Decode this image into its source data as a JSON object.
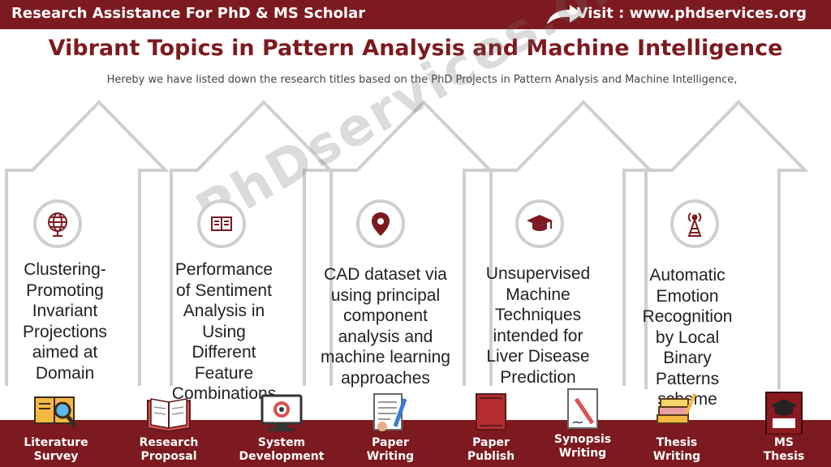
{
  "header": {
    "brand": "Research Assistance For PhD & MS Scholar",
    "visit": "Visit : www.phdservices.org",
    "bar_color": "#7d1a1f"
  },
  "title": "Vibrant Topics in Pattern Analysis and Machine Intelligence",
  "subtitle": "Hereby we have listed down the research titles based on the PhD Projects in Pattern Analysis and Machine Intelligence,",
  "watermark": "PhDservices.org",
  "topics": [
    {
      "icon": "globe-icon",
      "lines": [
        "Clustering-",
        "Promoting",
        "Invariant",
        "Projections",
        "aimed at",
        "Domain"
      ]
    },
    {
      "icon": "book-icon",
      "lines": [
        "Performance",
        "of Sentiment",
        "Analysis in",
        "Using",
        "Different",
        "Feature",
        "Combinations"
      ]
    },
    {
      "icon": "location-pin-icon",
      "lines": [
        "CAD dataset via",
        "using principal",
        "component",
        "analysis and",
        "machine learning",
        "approaches"
      ]
    },
    {
      "icon": "graduation-cap-icon",
      "lines": [
        "Unsupervised",
        "Machine",
        "Techniques",
        "intended for",
        "Liver Disease",
        "Prediction"
      ]
    },
    {
      "icon": "antenna-icon",
      "lines": [
        "Automatic",
        "Emotion",
        "Recognition",
        "by Local",
        "Binary",
        "Patterns",
        "scheme"
      ]
    }
  ],
  "services": [
    {
      "icon": "literature-survey-icon",
      "line1": "Literature",
      "line2": "Survey"
    },
    {
      "icon": "research-proposal-icon",
      "line1": "Research",
      "line2": "Proposal"
    },
    {
      "icon": "system-development-icon",
      "line1": "System",
      "line2": "Development"
    },
    {
      "icon": "paper-writing-icon",
      "line1": "Paper",
      "line2": "Writing"
    },
    {
      "icon": "paper-publish-icon",
      "line1": "Paper",
      "line2": "Publish"
    },
    {
      "icon": "synopsis-writing-icon",
      "line1": "Synopsis",
      "line2": "Writing"
    },
    {
      "icon": "thesis-writing-icon",
      "line1": "Thesis",
      "line2": "Writing"
    },
    {
      "icon": "ms-thesis-icon",
      "line1": "MS",
      "line2": "Thesis"
    }
  ]
}
